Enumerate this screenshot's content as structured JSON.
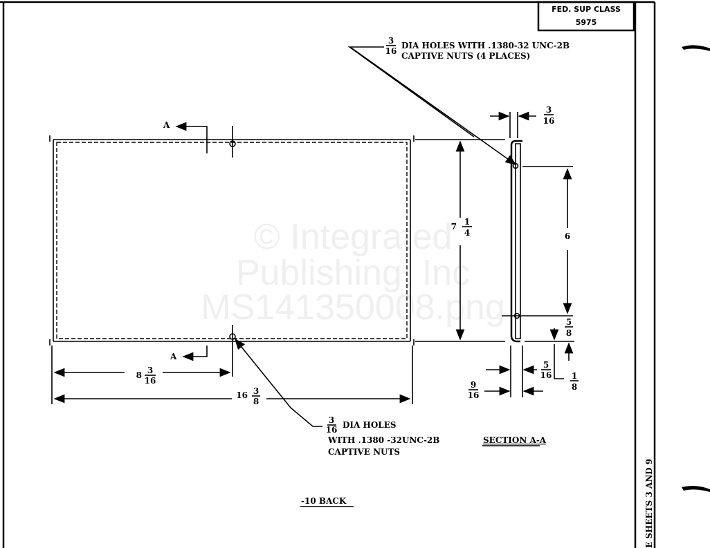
{
  "title_block": {
    "label": "FED. SUP CLASS",
    "value": "5975"
  },
  "note_top": {
    "frac_num": "3",
    "frac_den": "16",
    "line1": "DIA HOLES WITH .1380-32  UNC-2B",
    "line2": "CAPTIVE NUTS (4 PLACES)"
  },
  "note_bottom": {
    "frac_num": "3",
    "frac_den": "16",
    "line1": "DIA HOLES",
    "line2": "WITH .1380 -32UNC-2B",
    "line3": "CAPTIVE NUTS"
  },
  "section_marks": {
    "top": "A",
    "bottom": "A"
  },
  "dimensions": {
    "height_whole": "7",
    "height_num": "1",
    "height_den": "4",
    "hole_offset_whole": "8",
    "hole_offset_num": "3",
    "hole_offset_den": "16",
    "width_whole": "16",
    "width_num": "3",
    "width_den": "8",
    "flange_num": "3",
    "flange_den": "16",
    "hole_spacing": "6",
    "bottom_hole_num": "5",
    "bottom_hole_den": "8",
    "lip_num": "5",
    "lip_den": "16",
    "depth_num": "9",
    "depth_den": "16",
    "thick_num": "1",
    "thick_den": "8"
  },
  "section_title": "SECTION A-A",
  "part_title": "-10 BACK",
  "side_note": "E SHEETS 3 AND 9",
  "watermark": {
    "line1": "© Integrated",
    "line2": "Publishing, Inc",
    "line3": "MS141350008.png"
  }
}
